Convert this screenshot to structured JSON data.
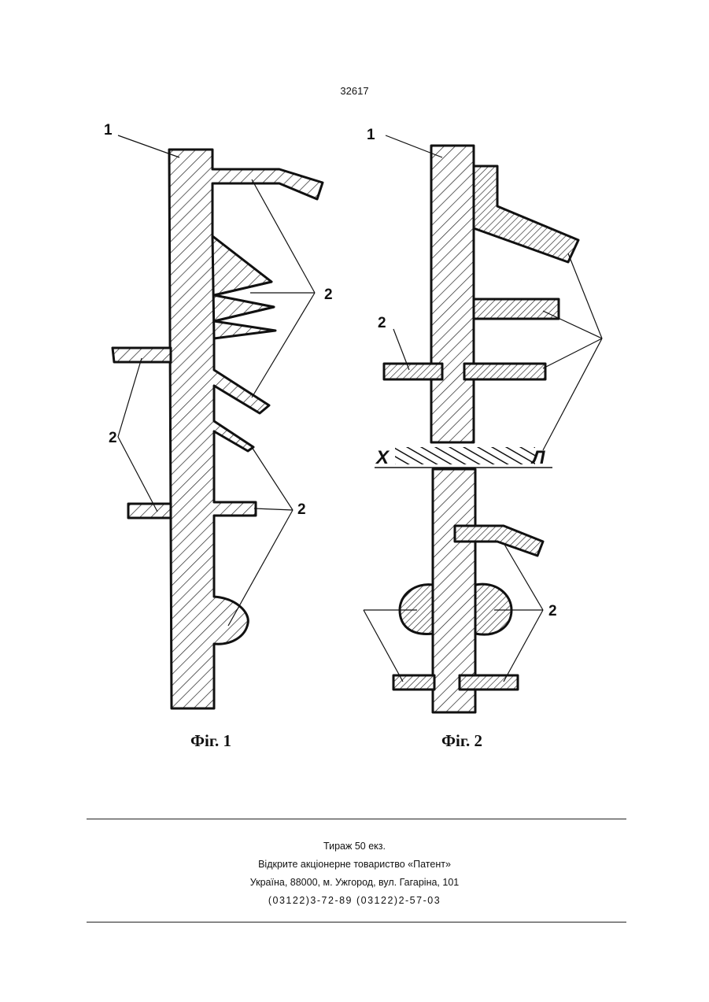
{
  "page_number": "32617",
  "figures": {
    "fig1": {
      "caption": "Фіг. 1",
      "labels": {
        "part1": "1",
        "part2_upper": "2",
        "part2_left": "2",
        "part2_lower": "2"
      }
    },
    "fig2": {
      "caption": "Фіг. 2",
      "labels": {
        "part1": "1",
        "part2_left": "2",
        "part2_bottom": "2",
        "section_left": "X",
        "section_right": "Л"
      }
    }
  },
  "footer": {
    "circulation": "Тираж 50 екз.",
    "company": "Відкрите акціонерне товариство «Патент»",
    "address": "Україна, 88000, м. Ужгород, вул. Гагаріна, 101",
    "phones": "(03122)3-72-89 (03122)2-57-03"
  }
}
